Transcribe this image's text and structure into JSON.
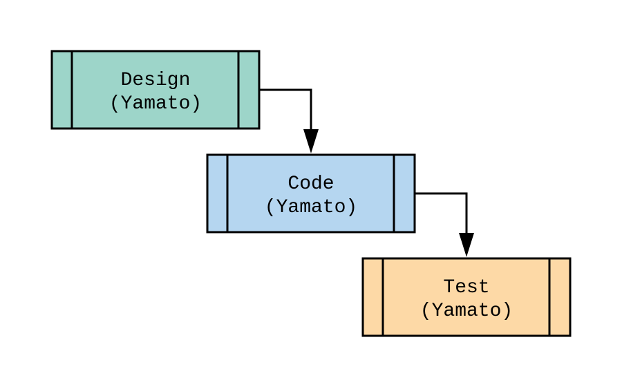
{
  "nodes": [
    {
      "id": "design",
      "line1": "Design",
      "line2": "(Yamato)",
      "color": "#9DD5C9"
    },
    {
      "id": "code",
      "line1": "Code",
      "line2": "(Yamato)",
      "color": "#B5D6F0"
    },
    {
      "id": "test",
      "line1": "Test",
      "line2": "(Yamato)",
      "color": "#FDD9A6"
    }
  ],
  "edges": [
    {
      "from": "design",
      "to": "code"
    },
    {
      "from": "code",
      "to": "test"
    }
  ],
  "stroke_color": "#000000"
}
